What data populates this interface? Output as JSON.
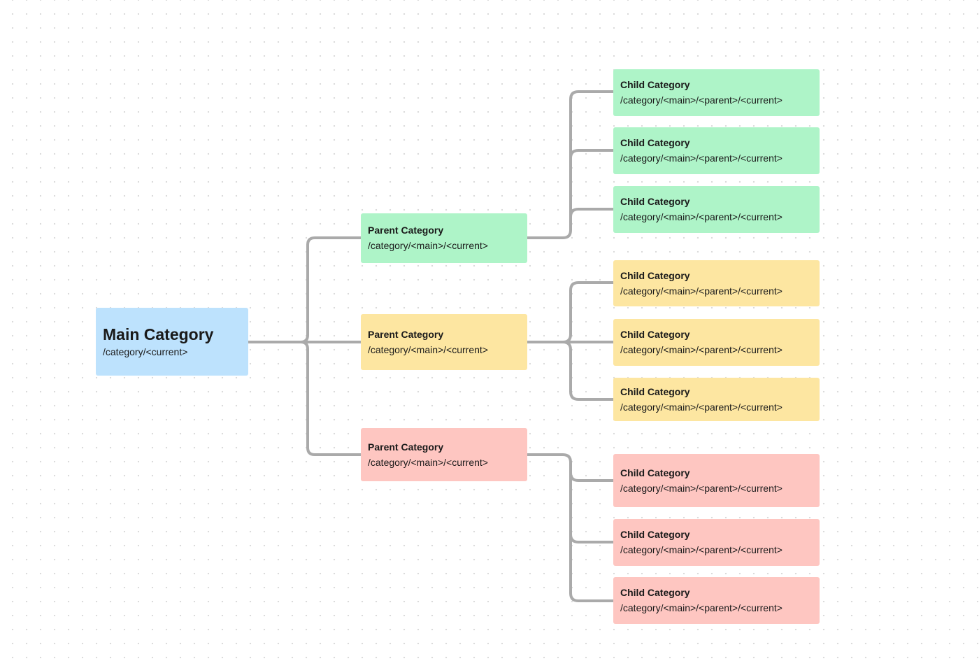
{
  "main": {
    "title": "Main Category",
    "path": "/category/<current>",
    "color": "#bde2fd"
  },
  "parents": [
    {
      "title": "Parent Category",
      "path": "/category/<main>/<current>",
      "color": "#aef4c8",
      "children": [
        {
          "title": "Child Category",
          "path": "/category/<main>/<parent>/<current>"
        },
        {
          "title": "Child Category",
          "path": "/category/<main>/<parent>/<current>"
        },
        {
          "title": "Child Category",
          "path": "/category/<main>/<parent>/<current>"
        }
      ]
    },
    {
      "title": "Parent Category",
      "path": "/category/<main>/<current>",
      "color": "#fde6a1",
      "children": [
        {
          "title": "Child Category",
          "path": "/category/<main>/<parent>/<current>"
        },
        {
          "title": "Child Category",
          "path": "/category/<main>/<parent>/<current>"
        },
        {
          "title": "Child Category",
          "path": "/category/<main>/<parent>/<current>"
        }
      ]
    },
    {
      "title": "Parent Category",
      "path": "/category/<main>/<current>",
      "color": "#fec6c1",
      "children": [
        {
          "title": "Child Category",
          "path": "/category/<main>/<parent>/<current>"
        },
        {
          "title": "Child Category",
          "path": "/category/<main>/<parent>/<current>"
        },
        {
          "title": "Child Category",
          "path": "/category/<main>/<parent>/<current>"
        }
      ]
    }
  ],
  "connector_color": "#aaaaaa",
  "background_color": "#ffffff"
}
